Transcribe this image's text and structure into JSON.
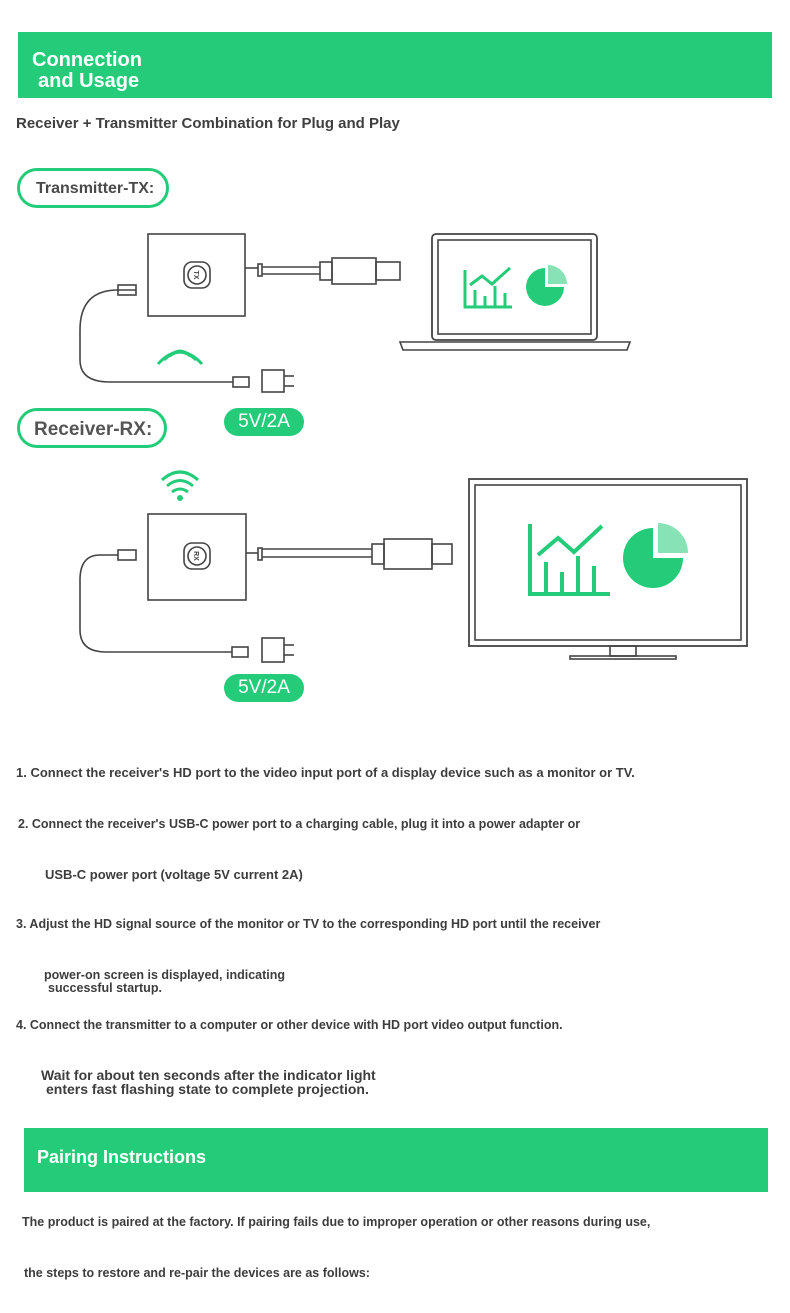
{
  "header": {
    "title_line1": "Connection",
    "title_line2": "and Usage",
    "subtitle": "Receiver + Transmitter Combination for Plug and Play"
  },
  "transmitter": {
    "label": "Transmitter-TX:",
    "badge": "TX",
    "power": "5V/2A"
  },
  "receiver": {
    "label": "Receiver-RX:",
    "badge": "RX",
    "power": "5V/2A"
  },
  "steps": [
    "1. Connect the receiver's HD port to the video input port of a display device such as a monitor or TV.",
    "2. Connect the receiver's USB-C power port to a charging cable, plug it into a power adapter or",
    "USB-C power port (voltage 5V current 2A)",
    "3. Adjust the HD signal source of the monitor or TV to the corresponding HD port until the receiver",
    "power-on screen is displayed, indicating",
    "successful startup.",
    "4. Connect the transmitter to a computer or other device with HD port video output function.",
    "Wait for about ten seconds after the indicator light",
    "enters fast flashing state to complete projection."
  ],
  "pairing": {
    "title": "Pairing Instructions",
    "line1": "The product is paired at the factory. If pairing fails due to improper operation or other reasons during use,",
    "line2": "the steps to restore and re-pair the devices are as follows:"
  },
  "colors": {
    "accent": "#24cc7a",
    "line": "#444444"
  },
  "icons": [
    "wifi-icon",
    "hdmi-plug-icon",
    "power-adapter-icon",
    "laptop-icon",
    "tv-icon",
    "chart-icon"
  ]
}
